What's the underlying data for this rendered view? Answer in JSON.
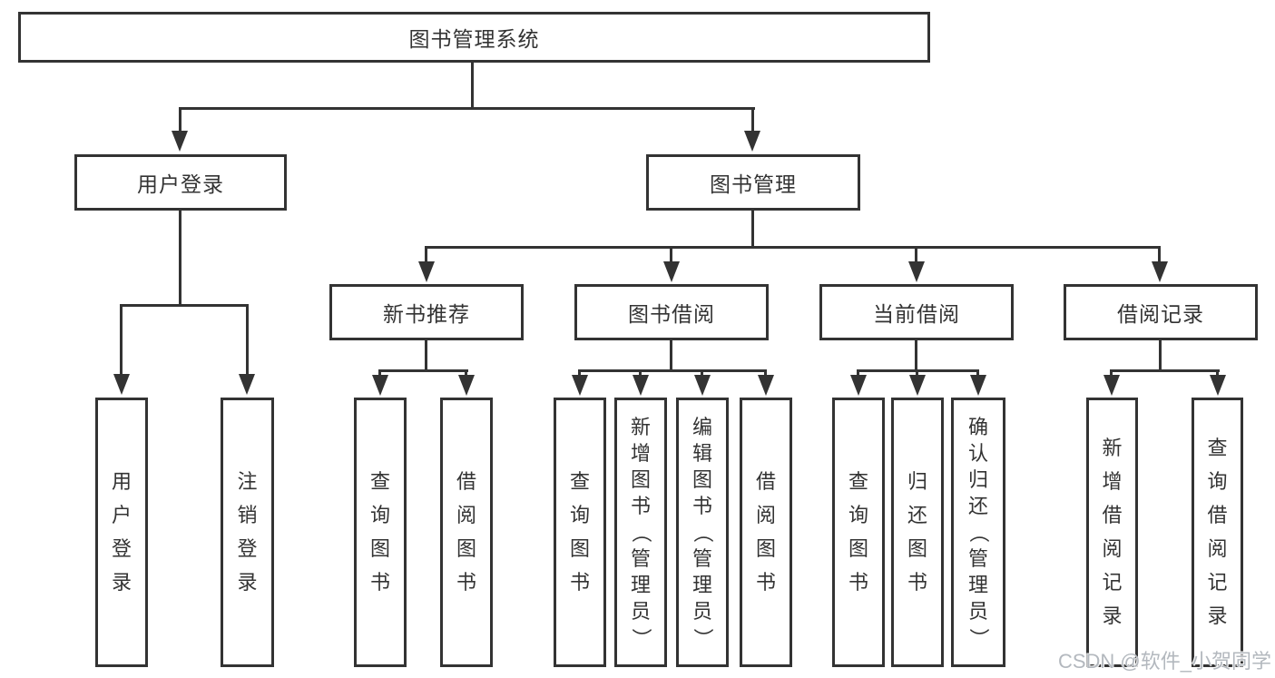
{
  "colors": {
    "line": "#333333",
    "box_border": "#333333",
    "box_fill": "#ffffff",
    "text": "#333333",
    "watermark": "#b3b8be"
  },
  "watermark": {
    "label": "CSDN @软件_小贺同学"
  },
  "tree": {
    "root": {
      "label": "图书管理系统"
    },
    "branches": [
      {
        "label": "用户登录",
        "leaves": [
          {
            "label": "用户登录"
          },
          {
            "label": "注销登录"
          }
        ]
      },
      {
        "label": "图书管理",
        "sections": [
          {
            "label": "新书推荐",
            "leaves": [
              {
                "label": "查询图书"
              },
              {
                "label": "借阅图书"
              }
            ]
          },
          {
            "label": "图书借阅",
            "leaves": [
              {
                "label": "查询图书"
              },
              {
                "label": "新增图书（管理员）"
              },
              {
                "label": "编辑图书（管理员）"
              },
              {
                "label": "借阅图书"
              }
            ]
          },
          {
            "label": "当前借阅",
            "leaves": [
              {
                "label": "查询图书"
              },
              {
                "label": "归还图书"
              },
              {
                "label": "确认归还（管理员）"
              }
            ]
          },
          {
            "label": "借阅记录",
            "leaves": [
              {
                "label": "新增借阅记录"
              },
              {
                "label": "查询借阅记录"
              }
            ]
          }
        ]
      }
    ]
  }
}
